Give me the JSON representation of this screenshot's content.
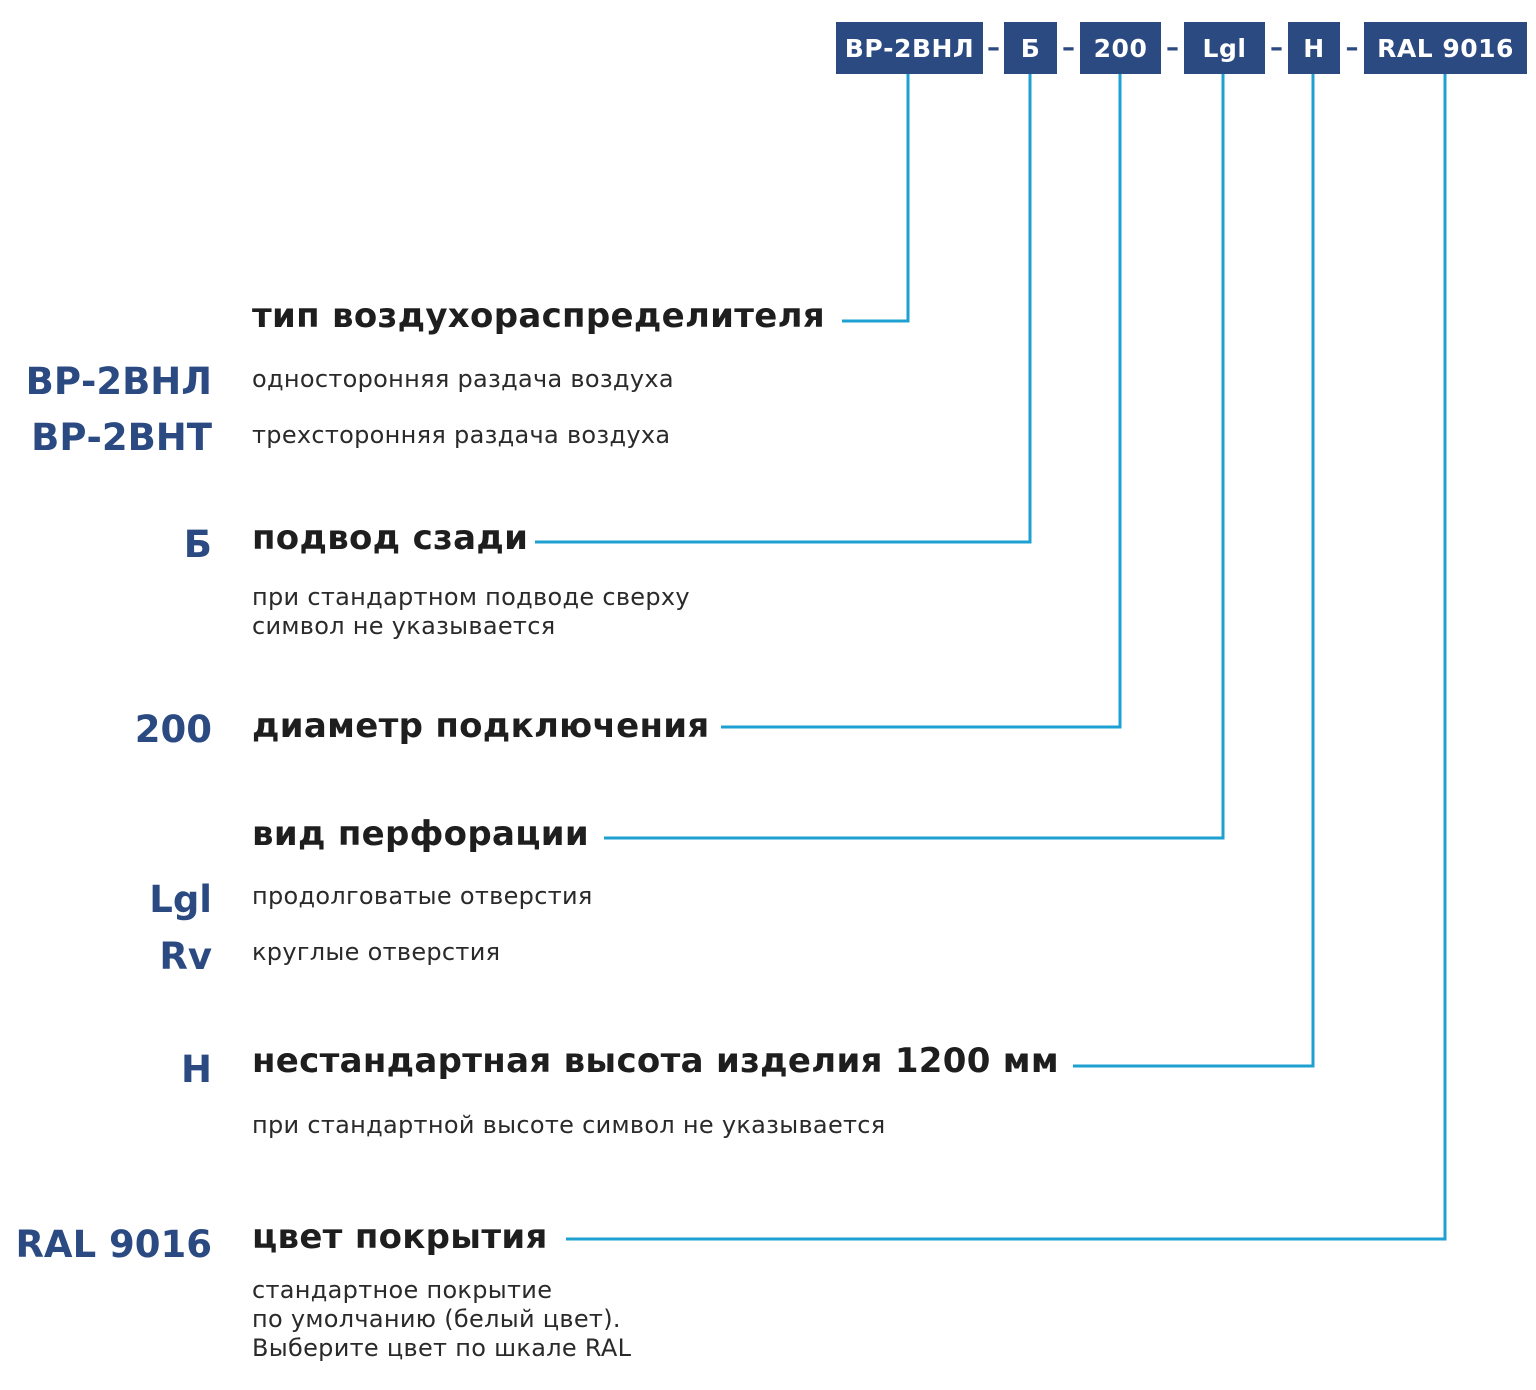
{
  "code_parts": [
    "ВР-2ВНЛ",
    "Б",
    "200",
    "Lgl",
    "Н",
    "RAL 9016"
  ],
  "separator": "–",
  "sections": [
    {
      "heading": "тип воздухораспределителя",
      "options": [
        {
          "code": "ВР-2ВНЛ",
          "text": "односторонняя раздача воздуха"
        },
        {
          "code": "ВР-2ВНТ",
          "text": "трехсторонняя раздача воздуха"
        }
      ]
    },
    {
      "code": "Б",
      "heading": "подвод сзади",
      "note": [
        "при стандартном подводе сверху",
        "символ не указывается"
      ]
    },
    {
      "code": "200",
      "heading": "диаметр подключения"
    },
    {
      "heading": "вид перфорации",
      "options": [
        {
          "code": "Lgl",
          "text": "продолговатые отверстия"
        },
        {
          "code": "Rv",
          "text": "круглые отверстия"
        }
      ]
    },
    {
      "code": "Н",
      "heading": "нестандартная высота изделия 1200 мм",
      "note": [
        "при стандартной высоте символ не указывается"
      ]
    },
    {
      "code": "RAL 9016",
      "heading": "цвет покрытия",
      "note": [
        "стандартное покрытие",
        "по умолчанию (белый цвет).",
        "Выберите цвет по шкале RAL"
      ]
    }
  ],
  "colors": {
    "box": "#2c4a82",
    "line": "#1ea0d2",
    "code_text": "#2c4a82"
  }
}
